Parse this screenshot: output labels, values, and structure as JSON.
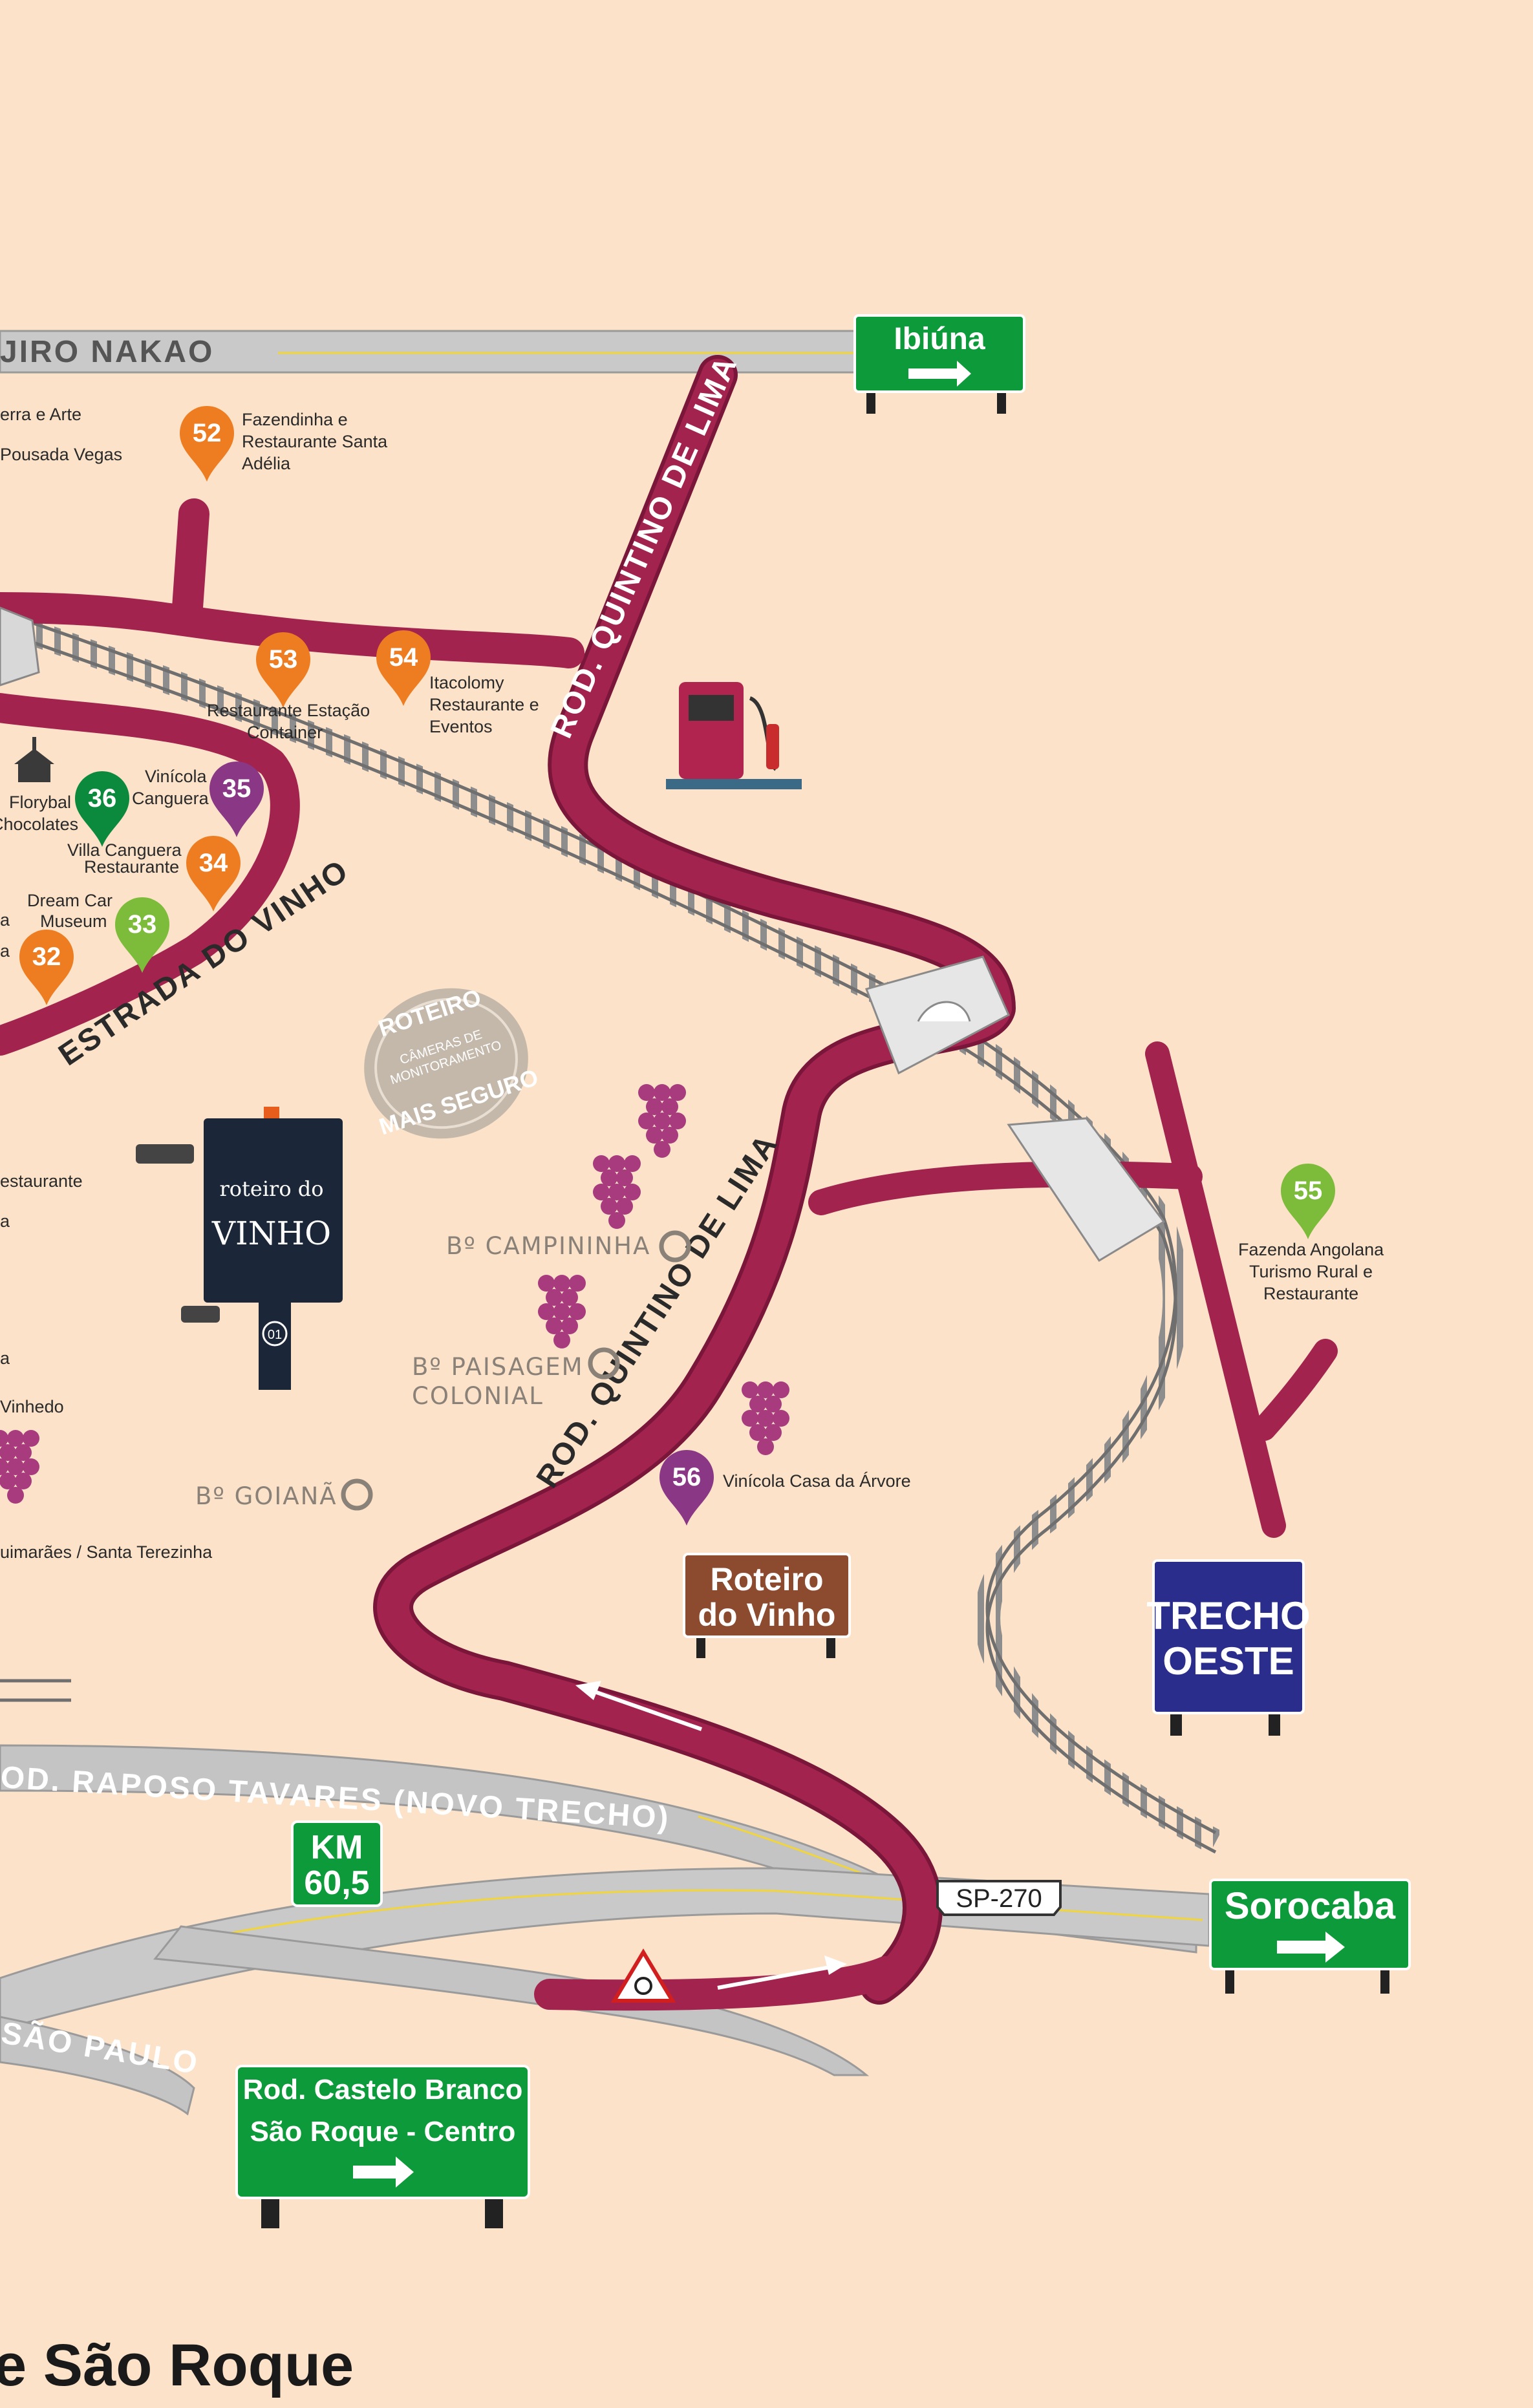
{
  "roads": {
    "top": "JIRO NAKAO",
    "quintino_upper": "ROD. QUINTINO DE LIMA",
    "quintino_lower": "ROD. QUINTINO DE LIMA",
    "estrada_vinho": "ESTRADA DO VINHO",
    "raposo": "OD. RAPOSO TAVARES (NOVO TRECHO)",
    "sao_paulo": "SÃO PAULO",
    "sp270": "SP-270"
  },
  "signs": {
    "ibiuna": "Ibiúna",
    "sorocaba": "Sorocaba",
    "km_line1": "KM",
    "km_line2": "60,5",
    "castelo_line1": "Rod. Castelo Branco",
    "castelo_line2": "São Roque - Centro",
    "roteiro_line1": "Roteiro",
    "roteiro_line2": "do Vinho",
    "trecho_line1": "TRECHO",
    "trecho_line2": "OESTE"
  },
  "colors": {
    "background": "#fce2c8",
    "road": "#9c1f4e",
    "highway": "#b9b9b9",
    "orange_poi": "#ee7d22",
    "purple_poi": "#8a3785",
    "green_poi": "#7dbb3a",
    "dark_green_poi": "#0b8a3d",
    "sign_green": "#0d9a3a",
    "sign_blue": "#2a2d8c",
    "sign_brown": "#8c4a2e"
  },
  "pois": [
    {
      "num": "52",
      "lines": [
        "Fazendinha e",
        "Restaurante Santa",
        "Adélia"
      ]
    },
    {
      "num": "53",
      "lines": [
        "Restaurante Estação",
        "Container"
      ]
    },
    {
      "num": "54",
      "lines": [
        "Itacolomy",
        "Restaurante e",
        "Eventos"
      ]
    },
    {
      "num": "35",
      "lines": [
        "Vinícola",
        "Canguera"
      ]
    },
    {
      "num": "36",
      "lines": [
        "Florybal",
        "Chocolates"
      ]
    },
    {
      "num": "34",
      "lines": [
        "Villa Canguera",
        "Restaurante"
      ]
    },
    {
      "num": "33",
      "lines": [
        "Dream Car",
        "Museum"
      ]
    },
    {
      "num": "32",
      "lines": []
    },
    {
      "num": "55",
      "lines": [
        "Fazenda Angolana",
        "Turismo Rural e",
        "Restaurante"
      ]
    },
    {
      "num": "56",
      "lines": [
        "Vinícola Casa da Árvore"
      ]
    }
  ],
  "edge_labels": {
    "terra_arte": "erra e Arte",
    "pousada": "Pousada Vegas",
    "restaurante": "estaurante",
    "a1": "a",
    "a2": "a",
    "a3": "a",
    "a4": "a",
    "vinhedo": "Vinhedo",
    "guimaraes": "uimarães  / Santa Terezinha"
  },
  "bairros": {
    "campininha": "Bº CAMPININHA",
    "paisagem_1": "Bº PAISAGEM",
    "paisagem_2": "COLONIAL",
    "goiana": "Bº GOIANÃ"
  },
  "badge": {
    "top": "ROTEIRO",
    "middle_1": "CÂMERAS DE",
    "middle_2": "MONITORAMENTO",
    "bottom": "MAIS SEGURO"
  },
  "totem": {
    "line1": "roteiro do",
    "line2": "VINHO",
    "number": "01"
  },
  "footer_title": "e São Roque"
}
